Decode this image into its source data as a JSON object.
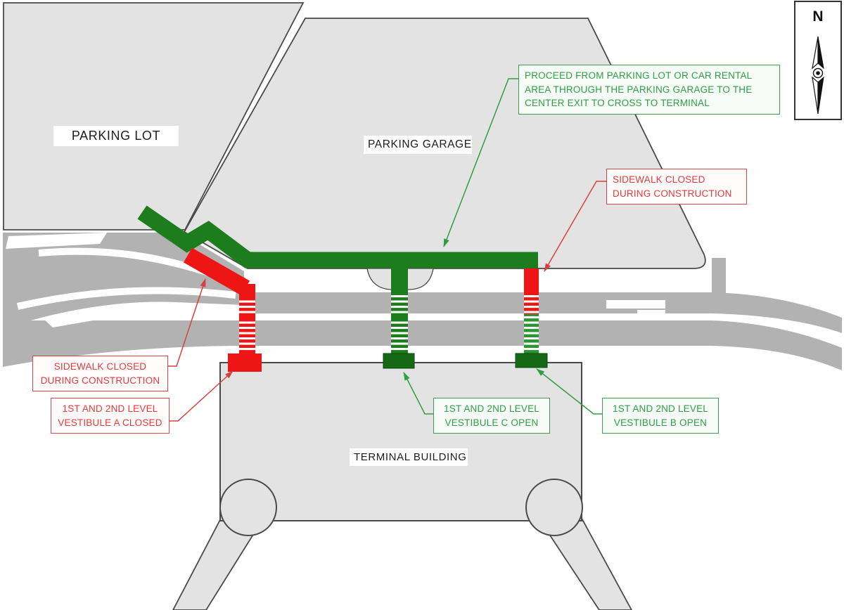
{
  "labels": {
    "parking_lot": "PARKING LOT",
    "parking_garage": "PARKING GARAGE",
    "terminal_building": "TERMINAL BUILDING"
  },
  "compass": {
    "north_label": "N"
  },
  "annotations": {
    "proceed": {
      "color": "green",
      "lines": [
        "PROCEED FROM PARKING LOT OR CAR RENTAL",
        "AREA THROUGH THE PARKING GARAGE TO THE",
        "CENTER EXIT TO CROSS TO TERMINAL"
      ]
    },
    "sidewalk_closed_right": {
      "color": "red",
      "lines": [
        "SIDEWALK CLOSED",
        "DURING CONSTRUCTION"
      ]
    },
    "sidewalk_closed_left": {
      "color": "red",
      "lines": [
        "SIDEWALK CLOSED",
        "DURING CONSTRUCTION"
      ]
    },
    "vestibule_a": {
      "color": "red",
      "lines": [
        "1ST AND 2ND LEVEL",
        "VESTIBULE A CLOSED"
      ]
    },
    "vestibule_c": {
      "color": "green",
      "lines": [
        "1ST AND 2ND LEVEL",
        "VESTIBULE C OPEN"
      ]
    },
    "vestibule_b": {
      "color": "green",
      "lines": [
        "1ST AND 2ND LEVEL",
        "VESTIBULE B OPEN"
      ]
    }
  },
  "colors": {
    "open_route_green": "#1d7d1d",
    "closed_route_red": "#ee1515",
    "vestibule_open_green": "#156915",
    "building_fill": "#e3e3e3",
    "building_outline": "#4a4a4a",
    "road_fill": "#b2b2b2",
    "annotation_green": "#2f9e44",
    "annotation_red": "#e03c3c"
  }
}
